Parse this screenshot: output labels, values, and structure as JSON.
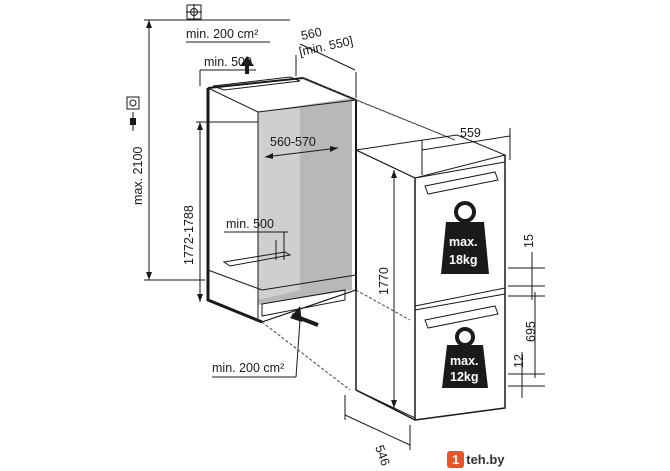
{
  "dimensions": {
    "max_height": "max. 2100",
    "niche_height": "1772-1788",
    "niche_width_interior": "560-570",
    "width_top": "560",
    "width_top_min": "[min. 550]",
    "vent_top": "min. 200 cm²",
    "vent_top_depth": "min. 500",
    "vent_bottom_depth": "min. 500",
    "vent_bottom": "min. 200 cm²",
    "appliance_width": "559",
    "appliance_height": "1770",
    "appliance_depth": "546",
    "door_gap_1": "15",
    "lower_door": "695",
    "door_gap_2": "12"
  },
  "weights": {
    "upper_line1": "max.",
    "upper_line2": "18kg",
    "lower_line1": "max.",
    "lower_line2": "12kg"
  },
  "watermark": {
    "badge": "1",
    "text": "teh.by"
  }
}
